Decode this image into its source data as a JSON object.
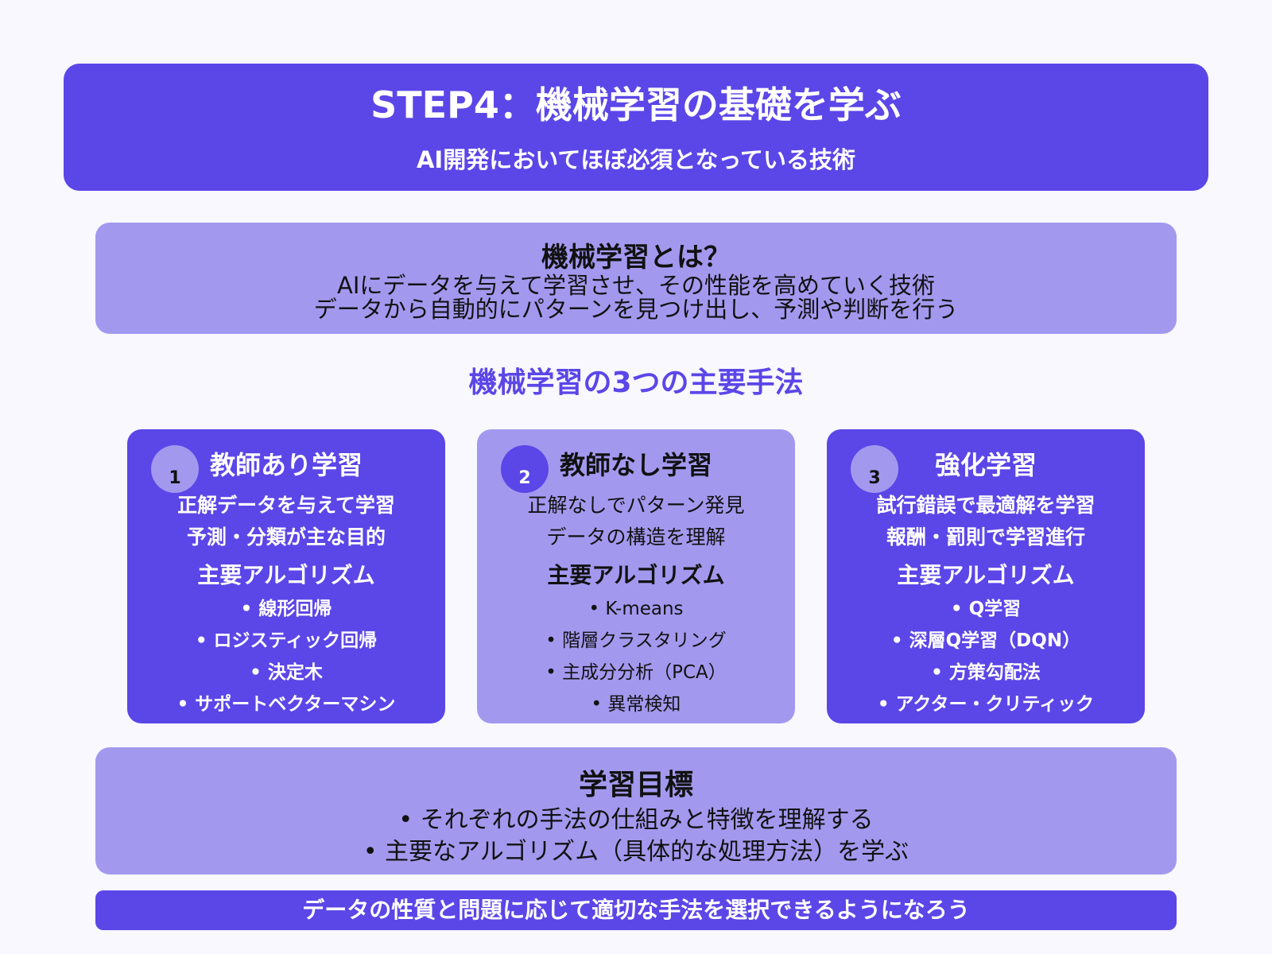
{
  "colors": {
    "background": "#f8f8fe",
    "primary": "#5b46e8",
    "secondary": "#a299ef",
    "text_dark": "#111111",
    "text_light": "#ffffff"
  },
  "header": {
    "title": "STEP4：機械学習の基礎を学ぶ",
    "subtitle": "AI開発においてほぼ必須となっている技術"
  },
  "definition": {
    "title": "機械学習とは？",
    "lines": [
      "AIにデータを与えて学習させ、その性能を高めていく技術",
      "データから自動的にパターンを見つけ出し、予測や判断を行う"
    ]
  },
  "section_title": "機械学習の3つの主要手法",
  "methods": [
    {
      "number": "1",
      "title": "教師あり学習",
      "desc": [
        "正解データを与えて学習",
        "予測・分類が主な目的"
      ],
      "algo_title": "主要アルゴリズム",
      "algorithms": [
        "• 線形回帰",
        "• ロジスティック回帰",
        "• 決定木",
        "• サポートベクターマシン"
      ]
    },
    {
      "number": "2",
      "title": "教師なし学習",
      "desc": [
        "正解なしでパターン発見",
        "データの構造を理解"
      ],
      "algo_title": "主要アルゴリズム",
      "algorithms": [
        "• K-means",
        "• 階層クラスタリング",
        "• 主成分分析（PCA）",
        "• 異常検知"
      ]
    },
    {
      "number": "3",
      "title": "強化学習",
      "desc": [
        "試行錯誤で最適解を学習",
        "報酬・罰則で学習進行"
      ],
      "algo_title": "主要アルゴリズム",
      "algorithms": [
        "• Q学習",
        "• 深層Q学習（DQN）",
        "• 方策勾配法",
        "• アクター・クリティック"
      ]
    }
  ],
  "goals": {
    "title": "学習目標",
    "items": [
      "• それぞれの手法の仕組みと特徴を理解する",
      "• 主要なアルゴリズム（具体的な処理方法）を学ぶ"
    ]
  },
  "banner": "データの性質と問題に応じて適切な手法を選択できるようになろう"
}
